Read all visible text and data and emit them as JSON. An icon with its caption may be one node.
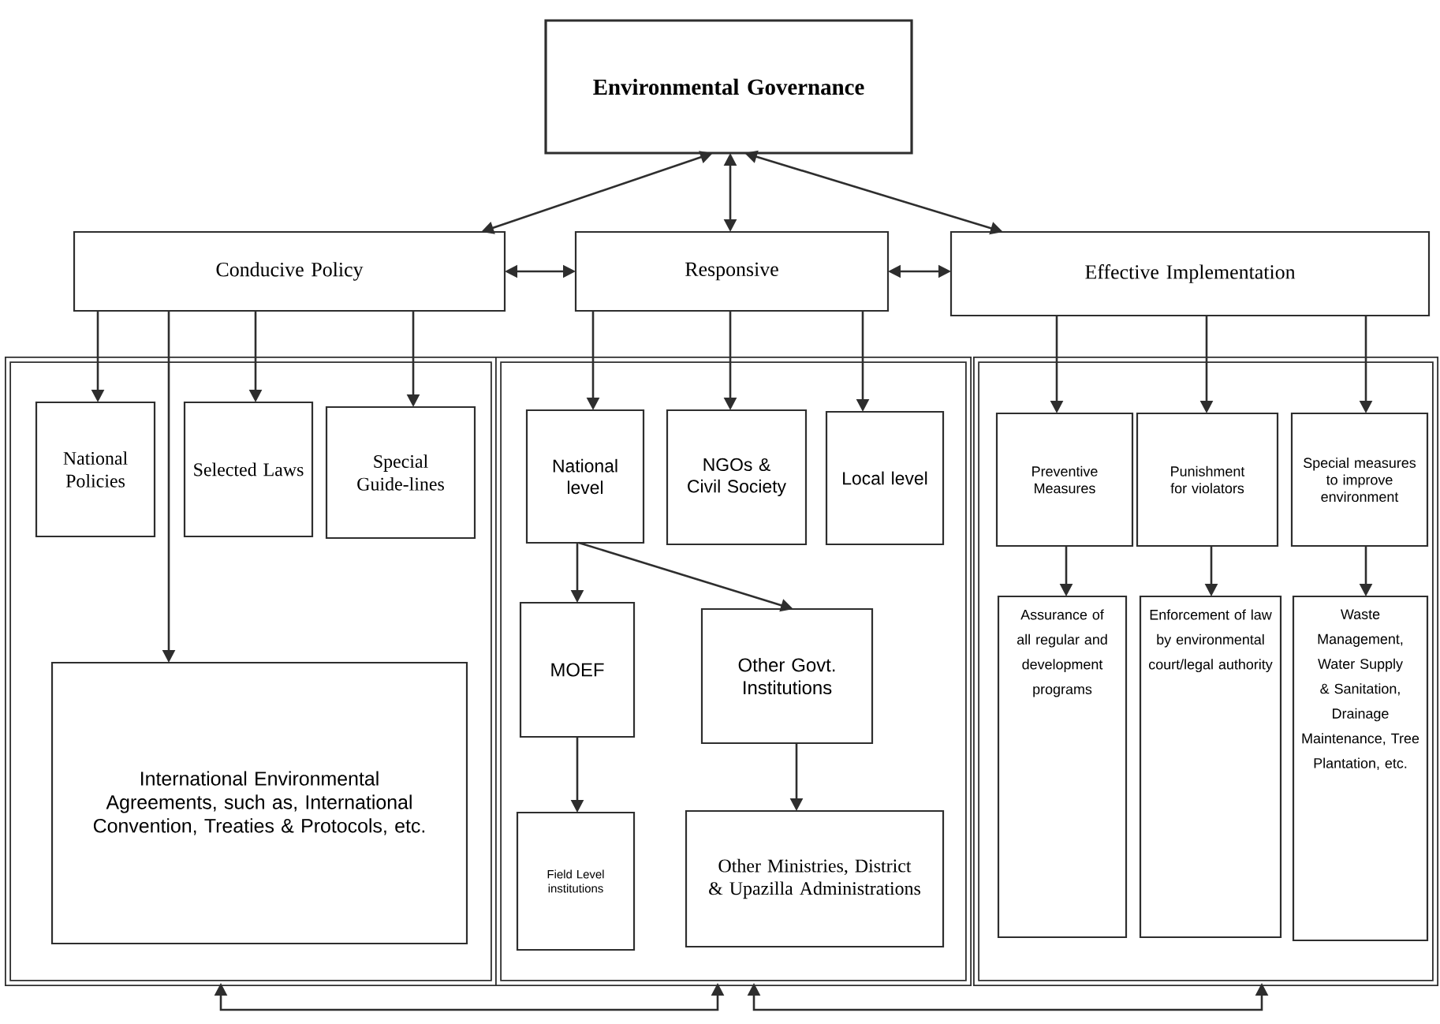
{
  "diagram": {
    "nodes": [
      {
        "text": [
          "Environmental Governance"
        ]
      },
      {
        "text": [
          "Conducive Policy"
        ]
      },
      {
        "text": [
          "Responsive"
        ]
      },
      {
        "text": [
          "Effective Implementation"
        ]
      },
      {
        "text": [],
        "shape": "box"
      },
      {
        "text": [],
        "shape": "box"
      },
      {
        "text": [],
        "shape": "box"
      },
      {
        "text": [
          "National Policies"
        ],
        "in": 4
      },
      {
        "text": [
          "Selected Laws"
        ],
        "in": 4
      },
      {
        "text": [
          "Special Guide-lines"
        ],
        "in": 4
      },
      {
        "text": [
          "International Environmental Agreements, such as, International Convention, Treaties & Protocols, etc."
        ],
        "in": 4
      },
      {
        "text": [
          "National level"
        ],
        "in": 5
      },
      {
        "text": [
          "NGOs & Civil Society"
        ],
        "in": 5
      },
      {
        "text": [
          "Local level"
        ],
        "in": 5
      },
      {
        "text": [
          "MOEF"
        ],
        "in": 5
      },
      {
        "text": [
          "Other Govt. Institutions"
        ],
        "in": 5
      },
      {
        "text": [
          "Field Level institutions"
        ],
        "in": 5
      },
      {
        "text": [
          "Other Ministries, District & Upazilla Administrations"
        ],
        "in": 5
      },
      {
        "text": [
          "Preventive Measures"
        ],
        "in": 6
      },
      {
        "text": [
          "Punishment for violators"
        ],
        "in": 6
      },
      {
        "text": [
          "Special measures to improve environment"
        ],
        "in": 6
      },
      {
        "text": [
          "Assurance of all regular and development programs"
        ],
        "in": 6
      },
      {
        "text": [
          "Enforcement of law by environmental court/legal authority"
        ],
        "in": 6
      },
      {
        "text": [
          "Waste Management, Water Supply & Sanitation, Drainage Maintenance, Tree Plantation, etc."
        ],
        "in": 6
      }
    ],
    "edges": [
      {
        "from": 0,
        "to": 1,
        "arrow": "both"
      },
      {
        "from": 0,
        "to": 2,
        "arrow": "both"
      },
      {
        "from": 0,
        "to": 3,
        "arrow": "both"
      },
      {
        "from": 1,
        "to": 2,
        "arrow": "both"
      },
      {
        "from": 2,
        "to": 3,
        "arrow": "both"
      },
      {
        "from": 1,
        "to": 7,
        "arrow": "to"
      },
      {
        "from": 1,
        "to": 8,
        "arrow": "to"
      },
      {
        "from": 1,
        "to": 9,
        "arrow": "to"
      },
      {
        "from": 1,
        "to": 10,
        "arrow": "to"
      },
      {
        "from": 2,
        "to": 11,
        "arrow": "to"
      },
      {
        "from": 2,
        "to": 12,
        "arrow": "to"
      },
      {
        "from": 2,
        "to": 13,
        "arrow": "to"
      },
      {
        "from": 11,
        "to": 14,
        "arrow": "to"
      },
      {
        "from": 11,
        "to": 15,
        "arrow": "to"
      },
      {
        "from": 14,
        "to": 16,
        "arrow": "to"
      },
      {
        "from": 15,
        "to": 17,
        "arrow": "to"
      },
      {
        "from": 3,
        "to": 18,
        "arrow": "to"
      },
      {
        "from": 3,
        "to": 19,
        "arrow": "to"
      },
      {
        "from": 3,
        "to": 20,
        "arrow": "to"
      },
      {
        "from": 18,
        "to": 21,
        "arrow": "to"
      },
      {
        "from": 19,
        "to": 22,
        "arrow": "to"
      },
      {
        "from": 20,
        "to": 23,
        "arrow": "to"
      },
      {
        "from": 4,
        "to": 5,
        "arrow": "both"
      },
      {
        "from": 5,
        "to": 6,
        "arrow": "both"
      }
    ]
  }
}
